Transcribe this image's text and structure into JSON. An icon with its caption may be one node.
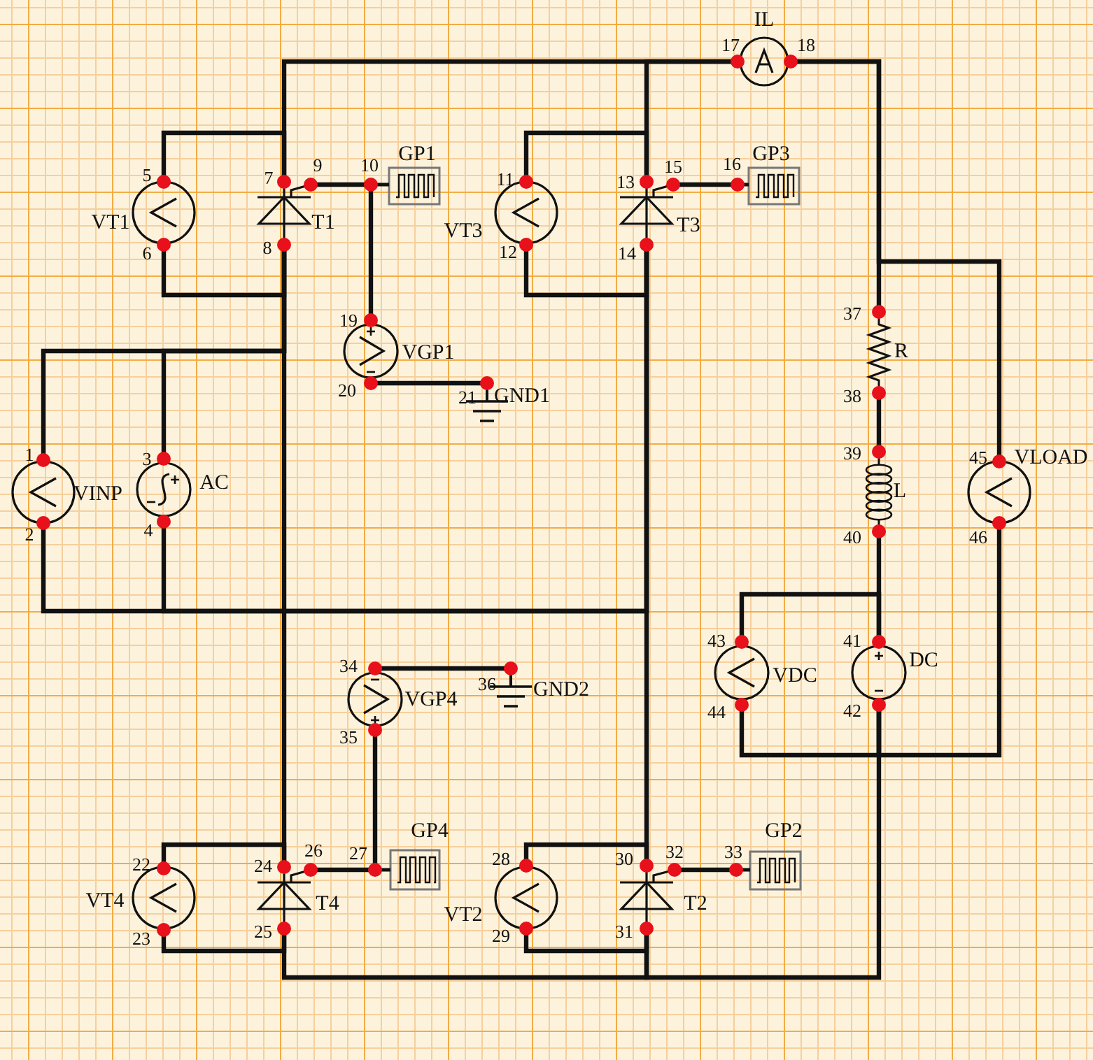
{
  "diagram": {
    "nodes": [
      {
        "text": [
          "IL"
        ]
      },
      {
        "text": [
          "VT1"
        ]
      },
      {
        "text": [
          "T1"
        ]
      },
      {
        "text": [
          "GP1"
        ]
      },
      {
        "text": [
          "VT3"
        ]
      },
      {
        "text": [
          "T3"
        ]
      },
      {
        "text": [
          "GP3"
        ]
      },
      {
        "text": [
          "R"
        ]
      },
      {
        "text": [
          "VGP1"
        ]
      },
      {
        "text": [
          "GND1"
        ]
      },
      {
        "text": [
          "VINP"
        ]
      },
      {
        "text": [
          "AC"
        ]
      },
      {
        "text": [
          "L"
        ]
      },
      {
        "text": [
          "VLOAD"
        ]
      },
      {
        "text": [
          "VGP4"
        ]
      },
      {
        "text": [
          "GND2"
        ]
      },
      {
        "text": [
          "VDC"
        ]
      },
      {
        "text": [
          "DC"
        ]
      },
      {
        "text": [
          "GP4"
        ]
      },
      {
        "text": [
          "VT4"
        ]
      },
      {
        "text": [
          "T4"
        ]
      },
      {
        "text": [
          "VT2"
        ]
      },
      {
        "text": [
          "T2"
        ]
      },
      {
        "text": [
          "GP2"
        ]
      }
    ],
    "edges": [
      {
        "from": 1,
        "to": 2,
        "arrow": "none"
      },
      {
        "from": 1,
        "to": 2,
        "arrow": "none"
      },
      {
        "from": 2,
        "to": 0,
        "arrow": "none"
      },
      {
        "from": 5,
        "to": 0,
        "arrow": "none"
      },
      {
        "from": 4,
        "to": 5,
        "arrow": "none"
      },
      {
        "from": 4,
        "to": 5,
        "arrow": "none"
      },
      {
        "from": 2,
        "to": 3,
        "arrow": "none"
      },
      {
        "from": 3,
        "to": 8,
        "arrow": "none"
      },
      {
        "from": 8,
        "to": 9,
        "arrow": "none"
      },
      {
        "from": 5,
        "to": 6,
        "arrow": "none"
      },
      {
        "from": 0,
        "to": 7,
        "arrow": "none"
      },
      {
        "from": 0,
        "to": 13,
        "arrow": "none"
      },
      {
        "from": 10,
        "to": 2,
        "arrow": "none"
      },
      {
        "from": 11,
        "to": 2,
        "arrow": "none"
      },
      {
        "from": 2,
        "to": 20,
        "arrow": "none"
      },
      {
        "from": 10,
        "to": 5,
        "arrow": "none"
      },
      {
        "from": 11,
        "to": 5,
        "arrow": "none"
      },
      {
        "from": 5,
        "to": 22,
        "arrow": "none"
      },
      {
        "from": 7,
        "to": 12,
        "arrow": "none"
      },
      {
        "from": 12,
        "to": 17,
        "arrow": "none"
      },
      {
        "from": 16,
        "to": 17,
        "arrow": "none"
      },
      {
        "from": 16,
        "to": 17,
        "arrow": "none"
      },
      {
        "from": 13,
        "to": 17,
        "arrow": "none"
      },
      {
        "from": 14,
        "to": 15,
        "arrow": "none"
      },
      {
        "from": 14,
        "to": 18,
        "arrow": "none"
      },
      {
        "from": 20,
        "to": 18,
        "arrow": "none"
      },
      {
        "from": 19,
        "to": 20,
        "arrow": "none"
      },
      {
        "from": 19,
        "to": 20,
        "arrow": "none"
      },
      {
        "from": 21,
        "to": 22,
        "arrow": "none"
      },
      {
        "from": 21,
        "to": 22,
        "arrow": "none"
      },
      {
        "from": 22,
        "to": 23,
        "arrow": "none"
      },
      {
        "from": 20,
        "to": 22,
        "arrow": "none"
      },
      {
        "from": 22,
        "to": 17,
        "arrow": "none"
      }
    ],
    "labels": [
      "1",
      "2",
      "3",
      "4",
      "5",
      "6",
      "7",
      "8",
      "9",
      "10",
      "11",
      "12",
      "13",
      "14",
      "15",
      "16",
      "17",
      "18",
      "19",
      "20",
      "21",
      "22",
      "23",
      "24",
      "25",
      "26",
      "27",
      "28",
      "29",
      "30",
      "31",
      "32",
      "33",
      "34",
      "35",
      "36",
      "37",
      "38",
      "39",
      "40",
      "41",
      "42",
      "43",
      "44",
      "45",
      "46"
    ]
  }
}
